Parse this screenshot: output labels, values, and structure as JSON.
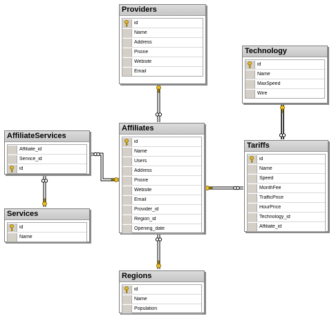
{
  "tables": {
    "providers": {
      "title": "Providers",
      "columns": [
        {
          "name": "id",
          "pk": true
        },
        {
          "name": "Name"
        },
        {
          "name": "Address"
        },
        {
          "name": "Pnone"
        },
        {
          "name": "Website"
        },
        {
          "name": "Email"
        }
      ]
    },
    "technology": {
      "title": "Technology",
      "columns": [
        {
          "name": "id",
          "pk": true
        },
        {
          "name": "Name"
        },
        {
          "name": "MaxSpeed"
        },
        {
          "name": "Wire"
        }
      ]
    },
    "affiliate_services": {
      "title": "AffiliateServices",
      "columns": [
        {
          "name": "Affiliate_id"
        },
        {
          "name": "Service_id"
        },
        {
          "name": "id",
          "pk": true
        }
      ]
    },
    "affiliates": {
      "title": "Affiliates",
      "columns": [
        {
          "name": "id",
          "pk": true
        },
        {
          "name": "Name"
        },
        {
          "name": "Users"
        },
        {
          "name": "Address"
        },
        {
          "name": "Pnone"
        },
        {
          "name": "Website"
        },
        {
          "name": "Email"
        },
        {
          "name": "Provider_id"
        },
        {
          "name": "Region_id"
        },
        {
          "name": "Opening_date"
        }
      ]
    },
    "tariffs": {
      "title": "Tariffs",
      "columns": [
        {
          "name": "id",
          "pk": true
        },
        {
          "name": "Name"
        },
        {
          "name": "Speed"
        },
        {
          "name": "MonthFee"
        },
        {
          "name": "TrafficPrice"
        },
        {
          "name": "HourPrice"
        },
        {
          "name": "Technology_id"
        },
        {
          "name": "Affiliate_id"
        }
      ]
    },
    "services": {
      "title": "Services",
      "columns": [
        {
          "name": "id",
          "pk": true
        },
        {
          "name": "Name"
        }
      ]
    },
    "regions": {
      "title": "Regions",
      "columns": [
        {
          "name": "id",
          "pk": true
        },
        {
          "name": "Name"
        },
        {
          "name": "Population"
        }
      ]
    }
  },
  "relationships": [
    {
      "from": "providers",
      "to": "affiliates"
    },
    {
      "from": "technology",
      "to": "tariffs"
    },
    {
      "from": "affiliates",
      "to": "affiliate_services"
    },
    {
      "from": "services",
      "to": "affiliate_services"
    },
    {
      "from": "affiliates",
      "to": "tariffs"
    },
    {
      "from": "regions",
      "to": "affiliates"
    }
  ],
  "colors": {
    "key_end": "#f0c020",
    "line": "#000000",
    "header": "#cfcfcf"
  }
}
